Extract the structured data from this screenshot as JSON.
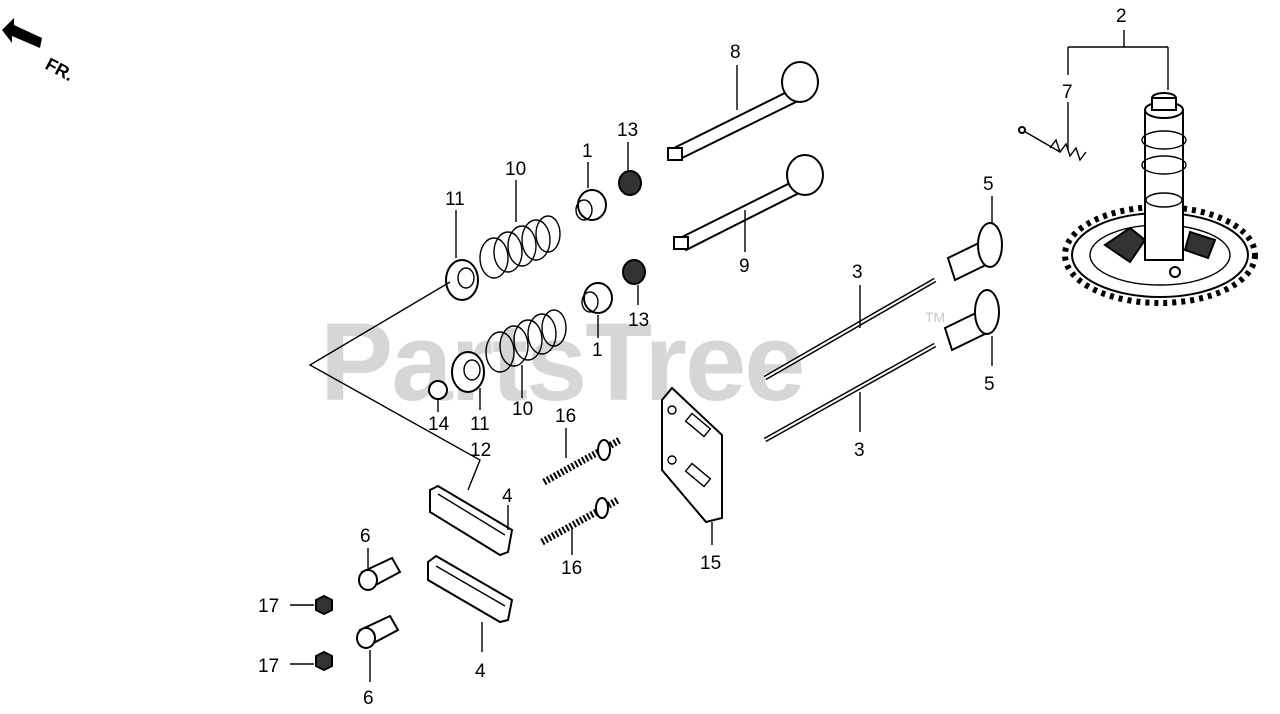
{
  "direction_label": "FR.",
  "watermark": {
    "text": "PartsTree",
    "mark": "TM"
  },
  "callouts": {
    "c1_top": "1",
    "c1_bottom": "1",
    "c2": "2",
    "c3_top": "3",
    "c3_bottom": "3",
    "c4_top": "4",
    "c4_bottom": "4",
    "c5_top": "5",
    "c5_bottom": "5",
    "c6_top": "6",
    "c6_bottom": "6",
    "c7": "7",
    "c8": "8",
    "c9": "9",
    "c10_top": "10",
    "c10_bottom": "10",
    "c11_top": "11",
    "c11_bottom": "11",
    "c12": "12",
    "c13_top": "13",
    "c13_bottom": "13",
    "c14": "14",
    "c15": "15",
    "c16_top": "16",
    "c16_bottom": "16",
    "c17_top": "17",
    "c17_bottom": "17"
  }
}
